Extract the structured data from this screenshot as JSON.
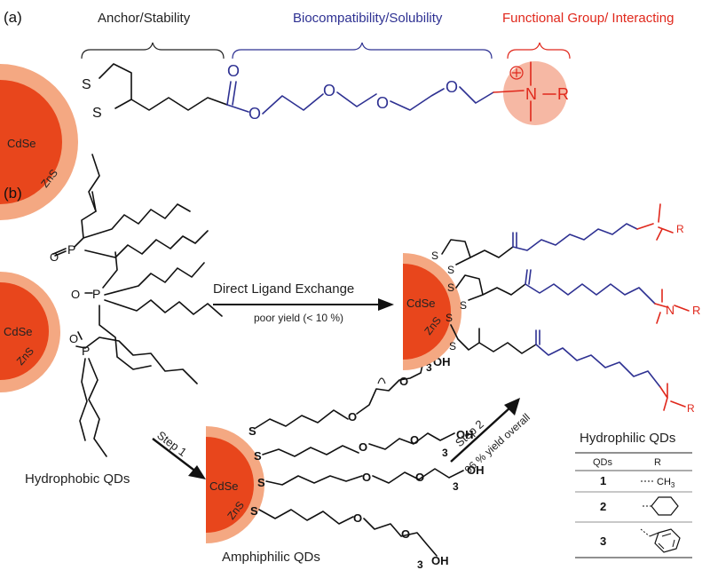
{
  "panel_a": {
    "label": "(a)",
    "anchor_label": "Anchor/Stability",
    "bio_label": "Biocompatibility/Solubility",
    "func_label": "Functional Group/ Interacting",
    "core": "CdSe",
    "shell": "ZnS",
    "atoms": {
      "s1": "S",
      "s2": "S",
      "o_carbonyl": "O",
      "o1": "O",
      "o2": "O",
      "o3": "O",
      "o4": "O",
      "n": "N",
      "r": "R"
    }
  },
  "panel_b": {
    "label": "(b)",
    "hydrophobic_label": "Hydrophobic QDs",
    "amphiphilic_label": "Amphiphilic QDs",
    "direct_label": "Direct Ligand Exchange",
    "direct_sub": "poor yield (< 10 %)",
    "step1": "Step 1",
    "step2": "Step 2",
    "step2_sub": "96 % yield overall",
    "core": "CdSe",
    "shell": "ZnS",
    "atoms": {
      "p": "P",
      "o": "O",
      "s": "S",
      "oh": "OH",
      "n": "N",
      "r": "R",
      "sub3": "3"
    }
  },
  "table": {
    "title": "Hydrophilic QDs",
    "headers": [
      "QDs",
      "R"
    ],
    "rows": [
      {
        "id": "1",
        "r": "CH3"
      },
      {
        "id": "2",
        "r": ""
      },
      {
        "id": "3",
        "r": ""
      }
    ]
  },
  "colors": {
    "core": "#e8461c",
    "shell": "#f4a882",
    "black": "#111111",
    "blue": "#2e3192",
    "red": "#e0281c",
    "pink_disc": "#f6b8a4"
  }
}
